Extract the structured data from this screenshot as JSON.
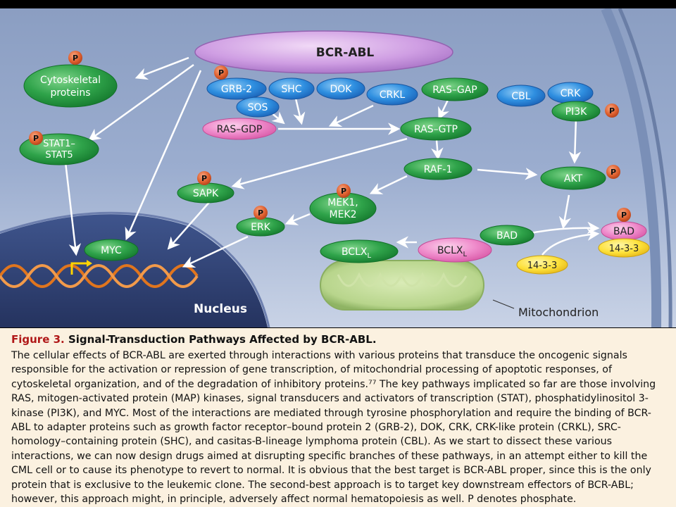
{
  "figure": {
    "receptor": "BCR-ABL",
    "phospho_label": "P",
    "nucleus_label": "Nucleus",
    "mitochondrion_label": "Mitochondrion",
    "nodes": {
      "cytoskeletal": [
        "Cytoskeletal",
        "proteins"
      ],
      "stat": [
        "STAT1–",
        "STAT5"
      ],
      "grb2": "GRB-2",
      "shc": "SHC",
      "dok": "DOK",
      "sos": "SOS",
      "crkl": "CRKL",
      "rasgap": "RAS–GAP",
      "cbl": "CBL",
      "crk": "CRK",
      "pi3k": "PI3K",
      "rasgdp": "RAS–GDP",
      "rasgtp": "RAS–GTP",
      "raf1": "RAF-1",
      "sapk": "SAPK",
      "mek": [
        "MEK1,",
        "MEK2"
      ],
      "erk": "ERK",
      "akt": "AKT",
      "myc": "MYC",
      "bclx_green": "BCLX",
      "bclx_pink": "BCLX",
      "bclx_sub": "L",
      "bad_green": "BAD",
      "bad_pink": "BAD",
      "y1433_a": "14-3-3",
      "y1433_b": "14-3-3"
    }
  },
  "caption": {
    "figure_number": "Figure 3.",
    "title": "Signal-Transduction Pathways Affected by BCR-ABL.",
    "body": "The cellular effects of BCR-ABL are exerted through interactions with various proteins that transduce the oncogenic signals responsible for the activation or repression of gene transcription, of mitochondrial processing of apoptotic responses, of cytoskeletal organization, and of the degradation of inhibitory proteins.⁷⁷ The key pathways implicated so far are those involving RAS, mitogen-activated protein (MAP) kinases, signal transducers and activators of transcription (STAT), phosphatidylinositol 3-kinase (PI3K), and MYC. Most of the interactions are mediated through tyrosine phosphorylation and require the binding of BCR-ABL to adapter proteins such as growth factor receptor–bound protein 2 (GRB-2), DOK, CRK, CRK-like protein (CRKL), SRC-homology–containing protein (SHC), and casitas-B-lineage lymphoma protein (CBL). As we start to dissect these various interactions, we can now design drugs aimed at disrupting specific branches of these pathways, in an attempt either to kill the CML cell or to cause its phenotype to revert to normal. It is obvious that the best target is BCR-ABL proper, since this is the only protein that is exclusive to the leukemic clone. The second-best approach is to target key downstream effectors of BCR-ABL; however, this approach might, in principle, adversely affect normal hematopoiesis as well. P denotes phosphate."
  }
}
